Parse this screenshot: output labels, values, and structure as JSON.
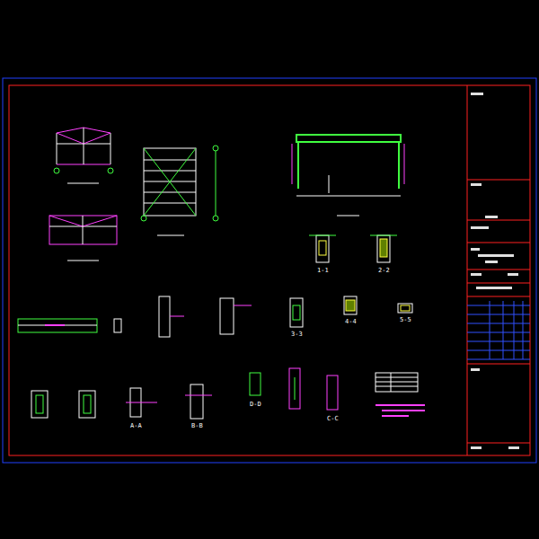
{
  "diagram": {
    "labels": [
      "1-1",
      "2-2",
      "3-3",
      "4-4",
      "5-5",
      "A-A",
      "B-B",
      "C-C",
      "D-D"
    ]
  }
}
